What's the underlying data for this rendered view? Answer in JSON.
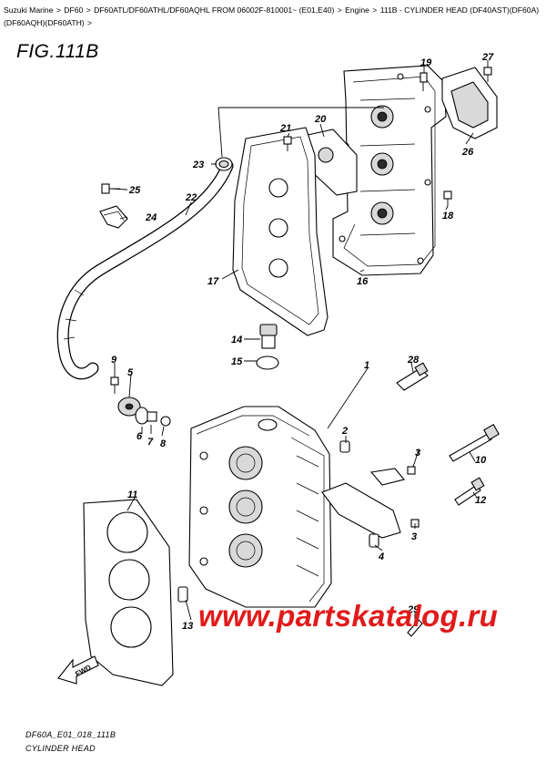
{
  "breadcrumb": {
    "items": [
      "Suzuki Marine",
      "DF60",
      "DF60ATL/DF60ATHL/DF60AQHL FROM 06002F-810001~ (E01,E40)",
      "Engine",
      "111B - CYLINDER HEAD (DF40AST)(DF60A)(DF60AQH)(DF60ATH)",
      ""
    ],
    "separator": ">"
  },
  "figure": {
    "title": "FIG.111B",
    "code": "DF60A_E01_018_111B",
    "name": "CYLINDER HEAD"
  },
  "watermark": "www.partskatalog.ru",
  "fwd_label": "FWD",
  "callouts": [
    "27",
    "19",
    "21",
    "20",
    "26",
    "23",
    "25",
    "22",
    "24",
    "18",
    "16",
    "17",
    "14",
    "15",
    "9",
    "5",
    "28",
    "1",
    "6",
    "7",
    "8",
    "2",
    "3",
    "10",
    "11",
    "12",
    "4",
    "3",
    "13",
    "29"
  ],
  "colors": {
    "watermark": "#e11b1b",
    "ink": "#000000",
    "background": "#ffffff"
  }
}
